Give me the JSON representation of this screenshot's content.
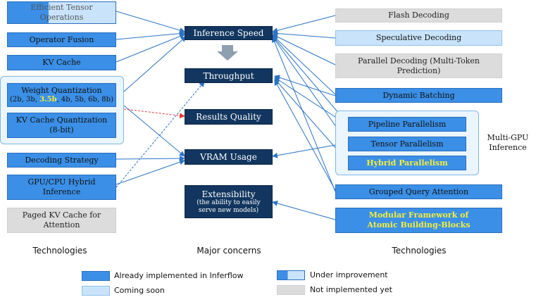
{
  "concerns": {
    "inference_speed": "Inference Speed",
    "throughput": "Throughput",
    "results_quality": "Results Quality",
    "vram_usage": "VRAM Usage",
    "extensibility_title": "Extensibility",
    "extensibility_sub": "(the ability to easily serve new models)"
  },
  "left_tech": {
    "efficient_tensor": "Efficient Tensor Operations",
    "operator_fusion": "Operator Fusion",
    "kv_cache": "KV Cache",
    "weight_quant_title": "Weight Quantization",
    "weight_quant_bits_a": "(2b, 3b, ",
    "weight_quant_bits_hl": "3.5b",
    "weight_quant_bits_b": ", 4b, 5b, 6b, 8b)",
    "kv_cache_quant_title": "KV Cache Quantization",
    "kv_cache_quant_sub": "(8-bit)",
    "decoding_strategy": "Decoding Strategy",
    "gpu_cpu_hybrid": "GPU/CPU Hybrid Inference",
    "paged_kv_cache": "Paged KV Cache for Attention"
  },
  "right_tech": {
    "flash_decoding": "Flash Decoding",
    "speculative_decoding": "Speculative Decoding",
    "parallel_decoding": "Parallel Decoding (Multi-Token Prediction)",
    "dynamic_batching": "Dynamic Batching",
    "pipeline_parallelism": "Pipeline Parallelism",
    "tensor_parallelism": "Tensor Parallelism",
    "hybrid_parallelism": "Hybrid Parallelism",
    "multi_gpu_label": "Multi-GPU Inference",
    "grouped_query_attention": "Grouped Query Attention",
    "modular_framework": "Modular Framework of Atomic Building-Blocks"
  },
  "captions": {
    "left": "Technologies",
    "middle": "Major concerns",
    "right": "Technologies"
  },
  "legend": {
    "implemented": "Already implemented in Inferflow",
    "coming_soon": "Coming soon",
    "under_improvement": "Under improvement",
    "not_implemented": "Not implemented yet"
  },
  "colors": {
    "implemented": "#3b8fe6",
    "coming_soon": "#c9e4fa",
    "not_implemented": "#dcdcdc",
    "concern": "#12365f",
    "highlight": "#f4ef3a",
    "edge": "#2b73c4",
    "edge_alt": "#e23b3b"
  }
}
